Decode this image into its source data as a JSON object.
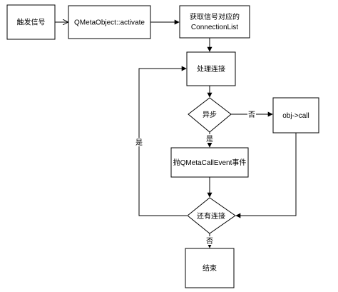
{
  "diagram": {
    "nodes": {
      "trigger": "触发信号",
      "activate": "QMetaObject::activate",
      "get_list_line1": "获取信号对应的",
      "get_list_line2": "ConnectionList",
      "handle": "处理连接",
      "async": "异步",
      "call": "obj->call",
      "post_event": "抛QMetaCallEvent事件",
      "more": "还有连接",
      "end": "结束"
    },
    "edge_labels": {
      "async_no": "否",
      "async_yes": "是",
      "more_yes": "是",
      "more_no": "否"
    }
  }
}
